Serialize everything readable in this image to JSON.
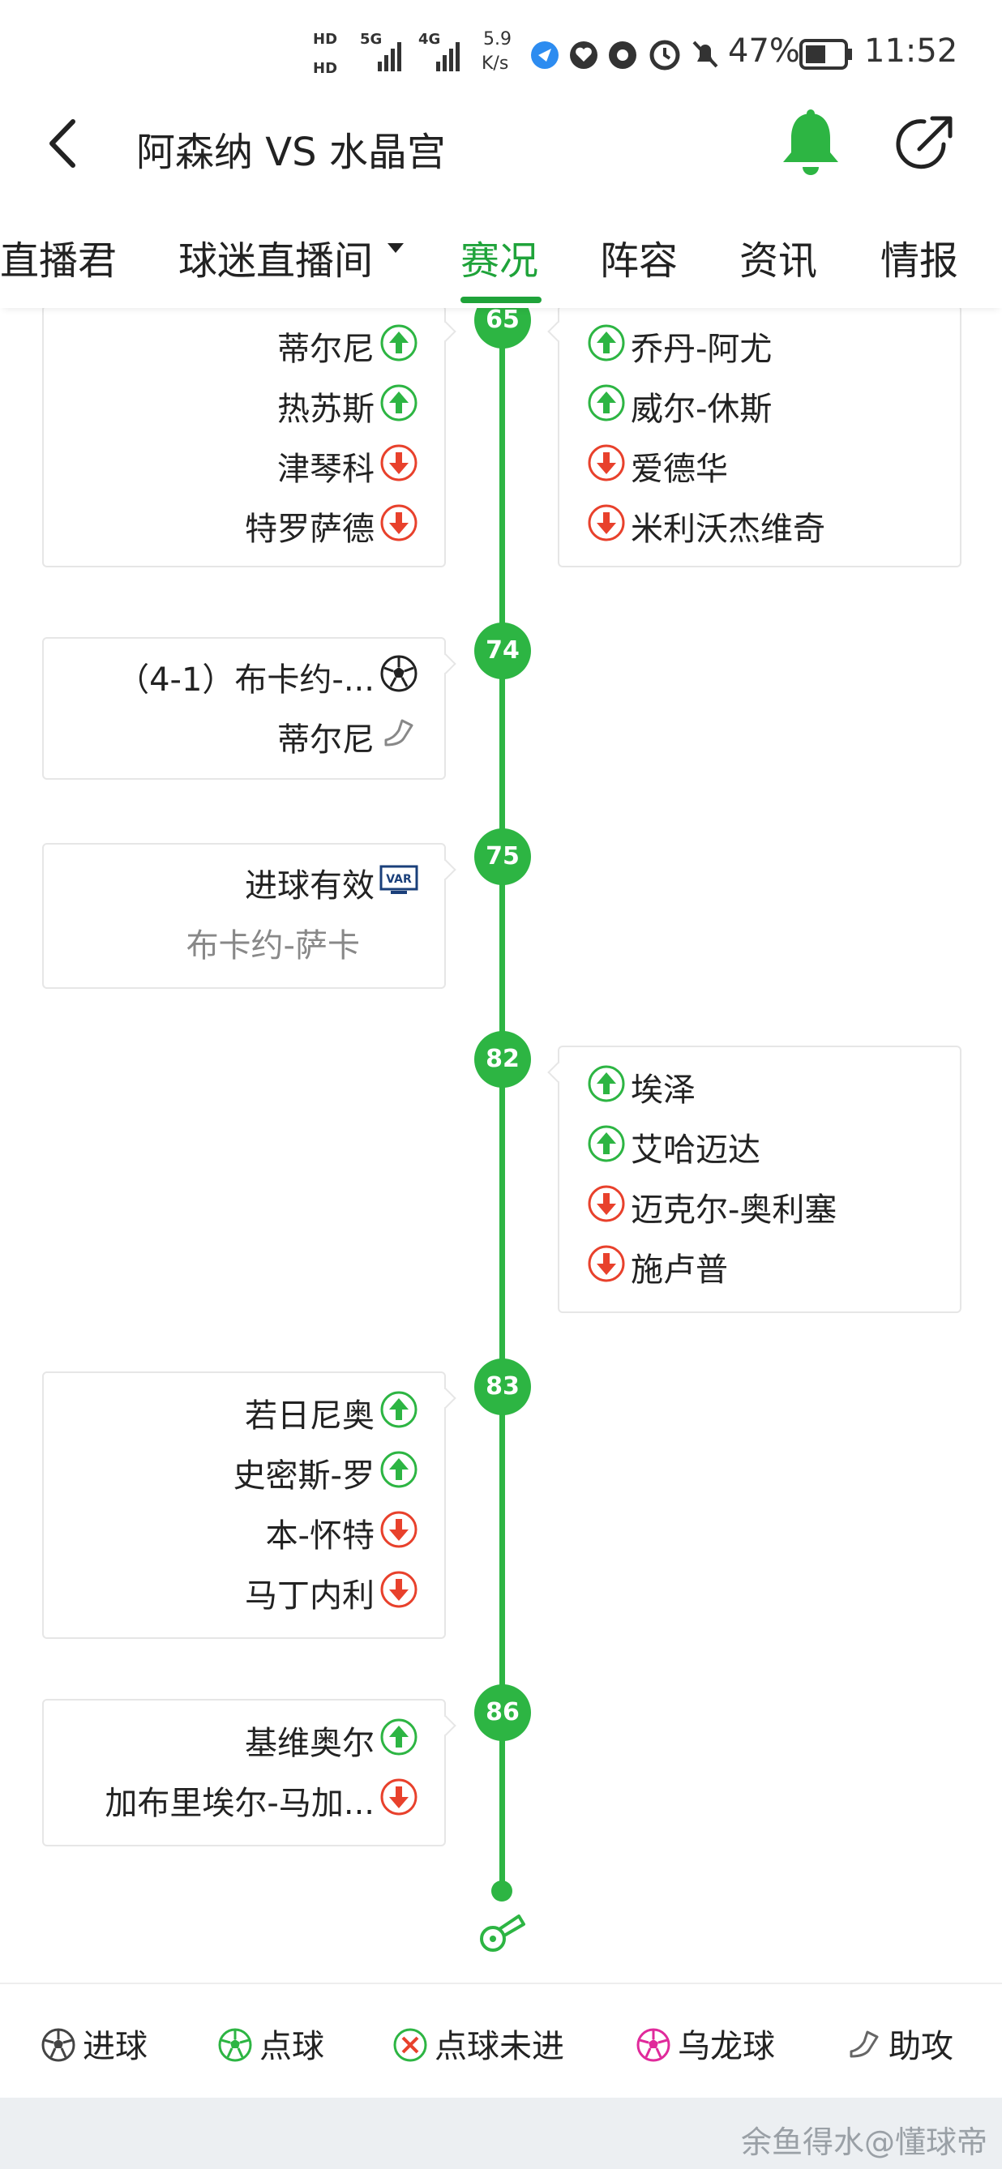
{
  "status_bar": {
    "net_speed_value": "5.9",
    "net_speed_unit": "K/s",
    "battery": "47%",
    "time": "11:52",
    "signal_1": "5G",
    "signal_2": "4G",
    "hd_1": "HD",
    "hd_2": "HD"
  },
  "header": {
    "title": "阿森纳 VS 水晶宫",
    "accent_color": "#2db543"
  },
  "tabs": [
    {
      "label": "直播君"
    },
    {
      "label": "球迷直播间"
    },
    {
      "label": "赛况",
      "active": true
    },
    {
      "label": "阵容"
    },
    {
      "label": "资讯"
    },
    {
      "label": "情报"
    }
  ],
  "events": [
    {
      "minute": "65",
      "left": [
        "蒂尔尼",
        "热苏斯",
        "津琴科",
        "特罗萨德"
      ],
      "right": [
        "乔丹-阿尤",
        "威尔-休斯",
        "爱德华",
        "米利沃杰维奇"
      ]
    },
    {
      "minute": "74",
      "left": [
        "（4-1）布卡约-...",
        "蒂尔尼"
      ]
    },
    {
      "minute": "75",
      "left": [
        "进球有效",
        "布卡约-萨卡"
      ]
    },
    {
      "minute": "82",
      "right": [
        "埃泽",
        "艾哈迈达",
        "迈克尔-奥利塞",
        "施卢普"
      ]
    },
    {
      "minute": "83",
      "left": [
        "若日尼奥",
        "史密斯-罗",
        "本-怀特",
        "马丁内利"
      ]
    },
    {
      "minute": "86",
      "left": [
        "基维奥尔",
        "加布里埃尔-马加..."
      ]
    }
  ],
  "icons": {
    "sub_in": "arrow-up-icon",
    "sub_out": "arrow-down-icon",
    "goal": "soccer-ball-icon",
    "assist": "boot-icon",
    "var": "var-icon",
    "end": "whistle-icon"
  },
  "legend": [
    {
      "label": "进球",
      "icon": "goal-icon"
    },
    {
      "label": "点球",
      "icon": "penalty-icon"
    },
    {
      "label": "点球未进",
      "icon": "penalty-missed-icon"
    },
    {
      "label": "乌龙球",
      "icon": "own-goal-icon"
    },
    {
      "label": "助攻",
      "icon": "assist-icon"
    }
  ],
  "footer": {
    "watermark": "余鱼得水@懂球帝"
  }
}
